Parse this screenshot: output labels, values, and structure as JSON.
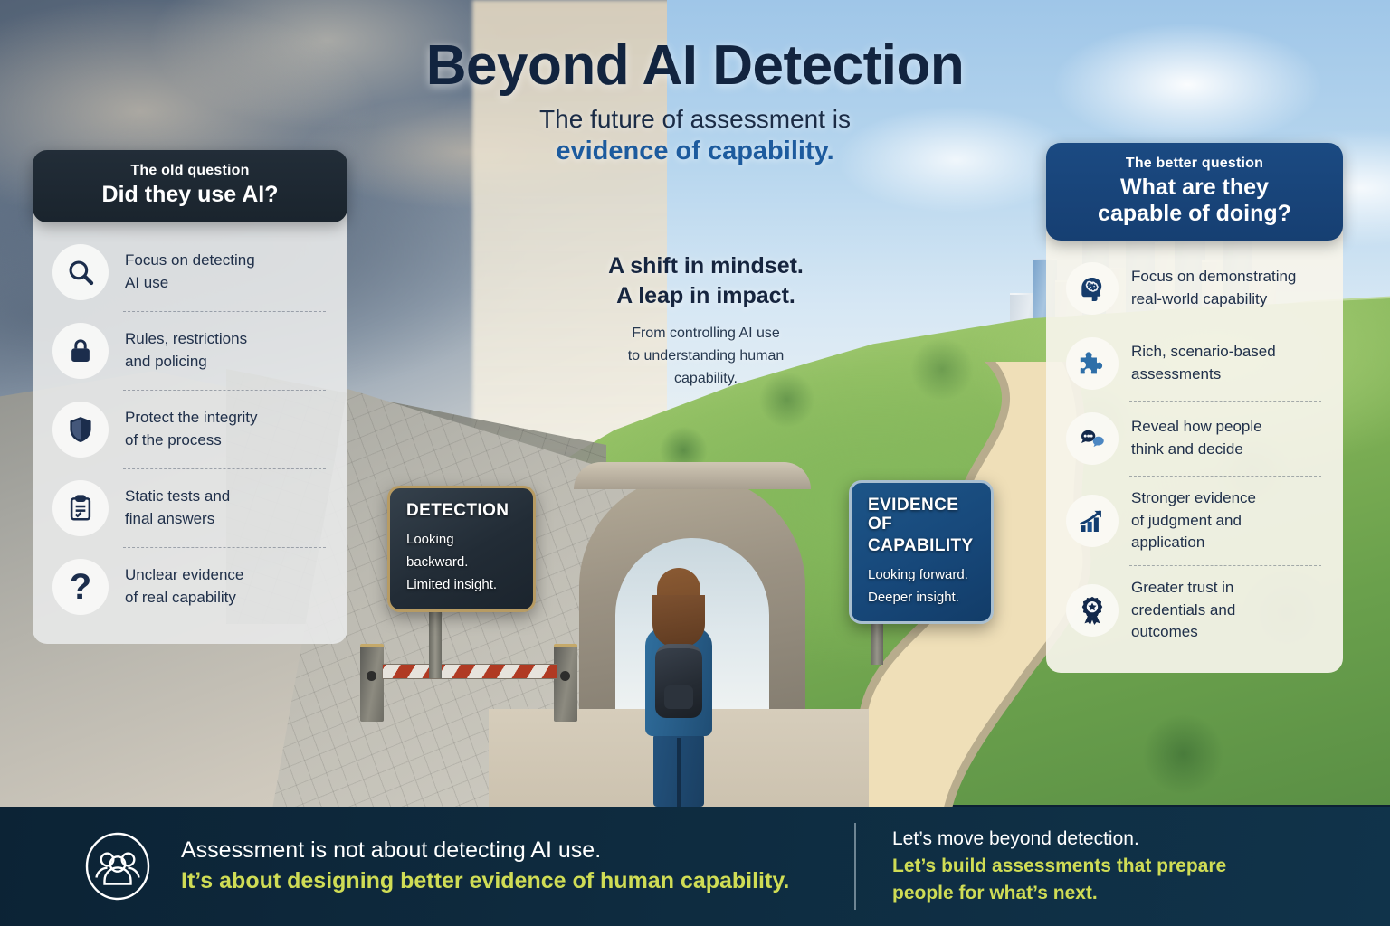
{
  "header": {
    "title": "Beyond AI Detection",
    "subtitle_line1": "The future of assessment is",
    "subtitle_line2": "evidence of capability."
  },
  "center_message": {
    "headline_line1": "A shift in mindset.",
    "headline_line2": "A leap in impact.",
    "body_line1": "From controlling AI use",
    "body_line2": "to understanding human",
    "body_line3": "capability."
  },
  "left_panel": {
    "kicker": "The old question",
    "title": "Did they use AI?",
    "items": [
      {
        "icon": "magnifier-icon",
        "line1": "Focus on detecting",
        "line2": "AI use"
      },
      {
        "icon": "lock-icon",
        "line1": "Rules, restrictions",
        "line2": "and policing"
      },
      {
        "icon": "shield-icon",
        "line1": "Protect the integrity",
        "line2": "of the process"
      },
      {
        "icon": "clipboard-icon",
        "line1": "Static tests and",
        "line2": "final answers"
      },
      {
        "icon": "question-mark-icon",
        "line1": "Unclear evidence",
        "line2": "of real capability"
      }
    ]
  },
  "right_panel": {
    "kicker": "The better question",
    "title_line1": "What are they",
    "title_line2": "capable of doing?",
    "items": [
      {
        "icon": "brain-head-icon",
        "line1": "Focus on demonstrating",
        "line2": "real-world capability"
      },
      {
        "icon": "puzzle-piece-icon",
        "line1": "Rich, scenario-based",
        "line2": "assessments"
      },
      {
        "icon": "speech-bubbles-icon",
        "line1": "Reveal how people",
        "line2": "think and decide"
      },
      {
        "icon": "growth-chart-icon",
        "line1": "Stronger evidence",
        "line2": "of judgment and",
        "line3": "application"
      },
      {
        "icon": "award-ribbon-icon",
        "line1": "Greater trust in",
        "line2": "credentials and",
        "line3": "outcomes"
      }
    ]
  },
  "signs": {
    "detection": {
      "title": "DETECTION",
      "line1": "Looking backward.",
      "line2": "Limited insight."
    },
    "capability": {
      "title_line1": "EVIDENCE OF",
      "title_line2": "CAPABILITY",
      "line1": "Looking forward.",
      "line2": "Deeper insight."
    }
  },
  "banner": {
    "icon": "people-group-icon",
    "left_line1": "Assessment is not about detecting AI use.",
    "left_line2": "It’s about designing better evidence of human capability.",
    "right_line1": "Let’s move beyond detection.",
    "right_line2": "Let’s build assessments that prepare",
    "right_line3": "people for what’s next."
  },
  "colors": {
    "title_navy": "#12243f",
    "accent_blue": "#1d5b9e",
    "panel_dark": "#1a242d",
    "panel_blue": "#163f72",
    "banner_navy": "#0e2b3f",
    "accent_yellow_green": "#cfdc55"
  }
}
